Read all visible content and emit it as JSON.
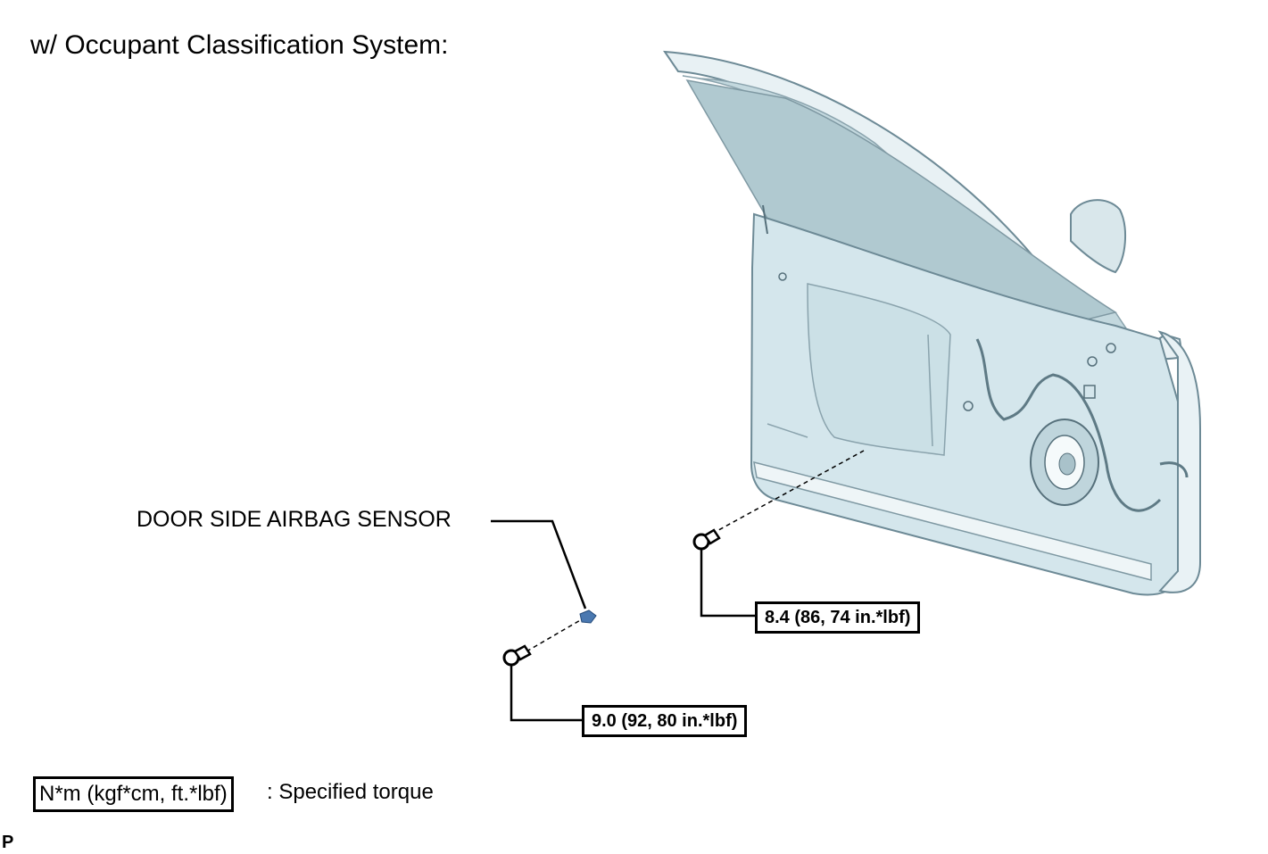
{
  "heading": "w/ Occupant Classification System:",
  "callouts": {
    "sensor": "DOOR SIDE AIRBAG SENSOR",
    "torque_upper": "8.4 (86, 74 in.*lbf)",
    "torque_lower": "9.0 (92, 80 in.*lbf)"
  },
  "legend": {
    "box": "N*m (kgf*cm, ft.*lbf)",
    "text": ": Specified torque"
  },
  "footer_mark": "P",
  "colors": {
    "door_fill": "#d4e6ec",
    "door_outline": "#6d8a96",
    "glass": "#b7cfd6",
    "sensor": "#4a78b0"
  }
}
